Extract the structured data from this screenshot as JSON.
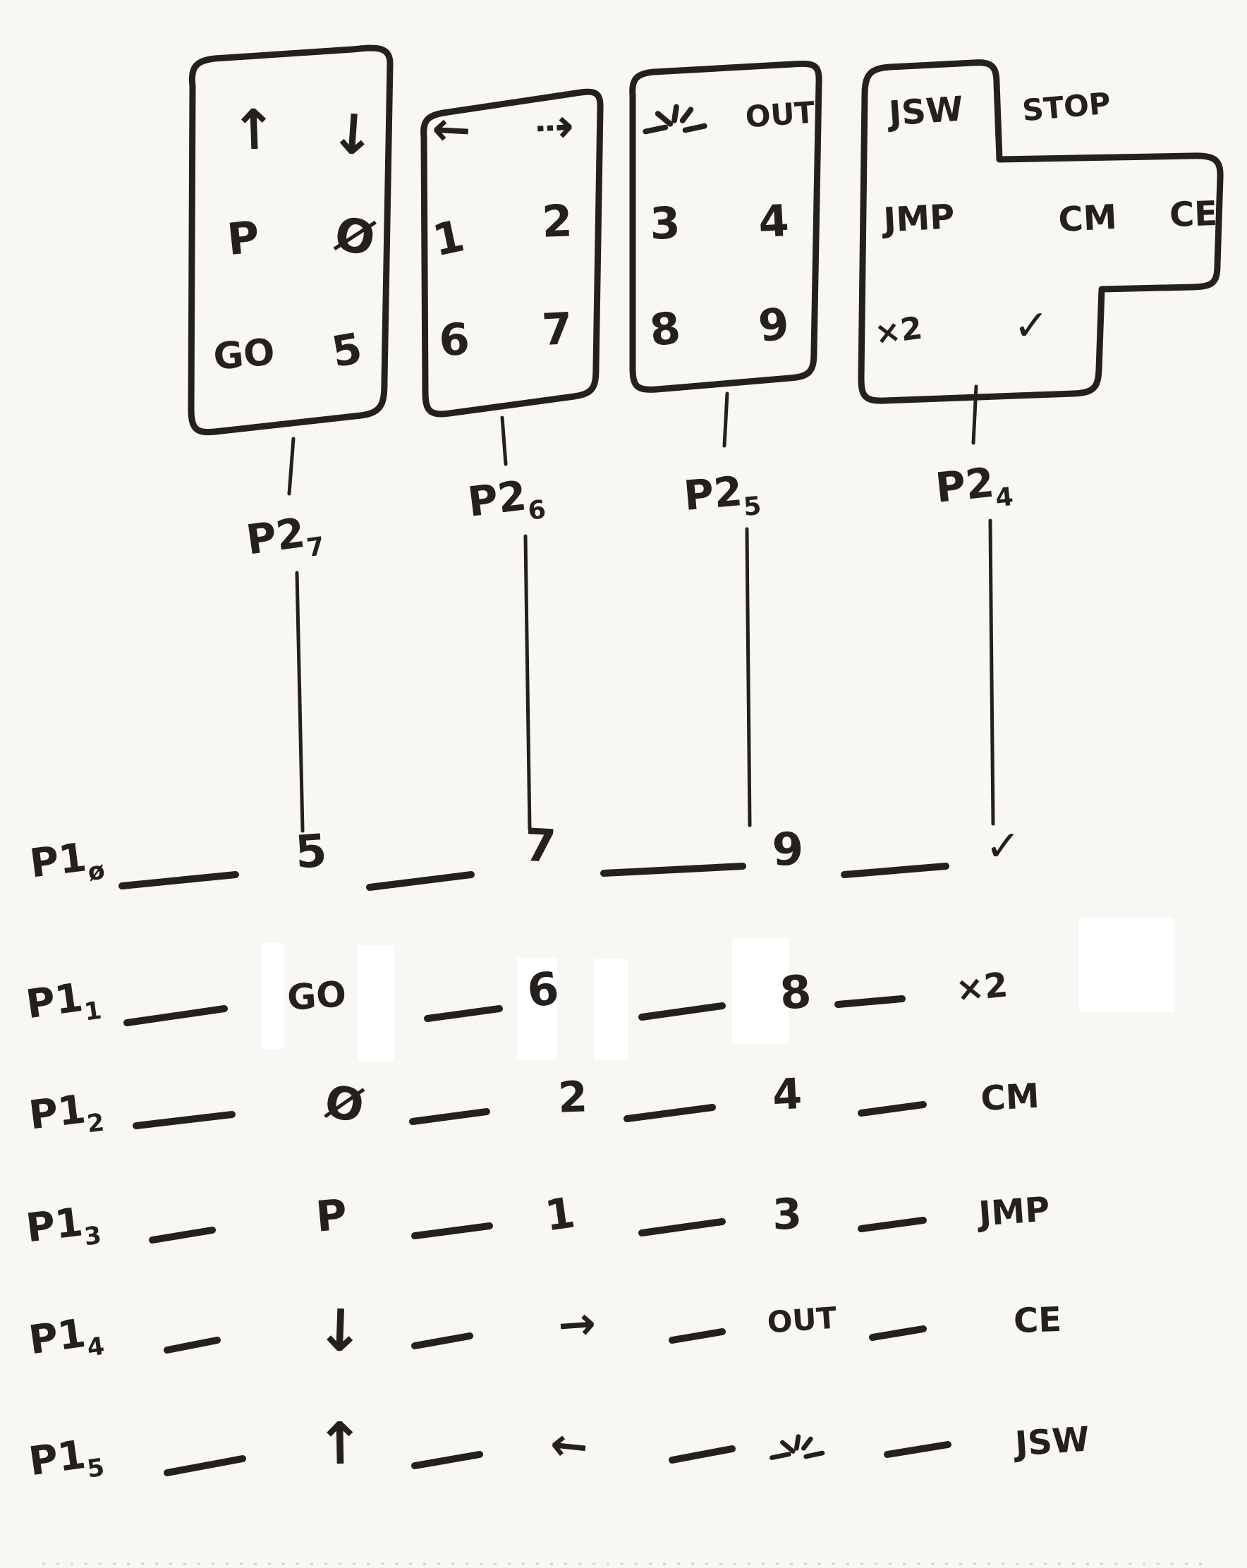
{
  "colors": {
    "paper": "#f8f7f4",
    "ink": "#24201d",
    "whiteout": "#ffffff"
  },
  "icons": {
    "burst": "impact-burst-icon",
    "check": "checkmark",
    "dashed_arrow": "dashed-right-arrow"
  },
  "keypads": [
    {
      "port": "P2",
      "port_sub": "7",
      "keys": [
        "↑",
        "↓",
        "P",
        "Ø",
        "GO",
        "5"
      ]
    },
    {
      "port": "P2",
      "port_sub": "6",
      "keys": [
        "←",
        "⇢",
        "1",
        "2",
        "6",
        "7"
      ]
    },
    {
      "port": "P2",
      "port_sub": "5",
      "keys": [
        "burst",
        "OUT",
        "3",
        "4",
        "8",
        "9"
      ]
    },
    {
      "port": "P2",
      "port_sub": "4",
      "keys": [
        "JSW",
        "STOP",
        "JMP",
        "CM",
        "CE",
        "×2",
        "✓"
      ]
    }
  ],
  "matrix": {
    "rows": [
      {
        "port": "P1",
        "port_sub": "ø",
        "cells": [
          "5",
          "7",
          "9",
          "✓"
        ]
      },
      {
        "port": "P1",
        "port_sub": "1",
        "cells": [
          "GO",
          "6",
          "8",
          "×2"
        ]
      },
      {
        "port": "P1",
        "port_sub": "2",
        "cells": [
          "Ø",
          "2",
          "4",
          "CM"
        ]
      },
      {
        "port": "P1",
        "port_sub": "3",
        "cells": [
          "P",
          "1",
          "3",
          "JMP"
        ]
      },
      {
        "port": "P1",
        "port_sub": "4",
        "cells": [
          "↓",
          "→",
          "OUT",
          "CE"
        ]
      },
      {
        "port": "P1",
        "port_sub": "5",
        "cells": [
          "↑",
          "←",
          "burst",
          "JSW"
        ]
      }
    ]
  }
}
